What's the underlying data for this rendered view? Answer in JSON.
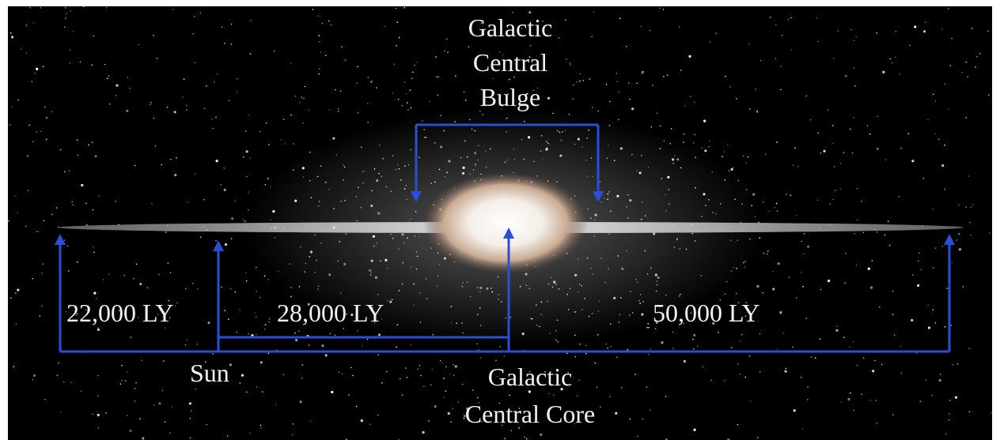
{
  "labels": {
    "bulge_line1": "Galactic",
    "bulge_line2": "Central",
    "bulge_line3": "Bulge",
    "core_line1": "Galactic",
    "core_line2": "Central Core",
    "sun": "Sun",
    "dist_sun_edge": "22,000 LY",
    "dist_sun_core": "28,000 LY",
    "dist_core_edge": "50,000 LY"
  },
  "colors": {
    "background": "#000000",
    "arrow": "#2a4fd6",
    "text": "#f2f2f2",
    "disk": "#bfbfbf",
    "bulge": "#e8d8c8"
  }
}
